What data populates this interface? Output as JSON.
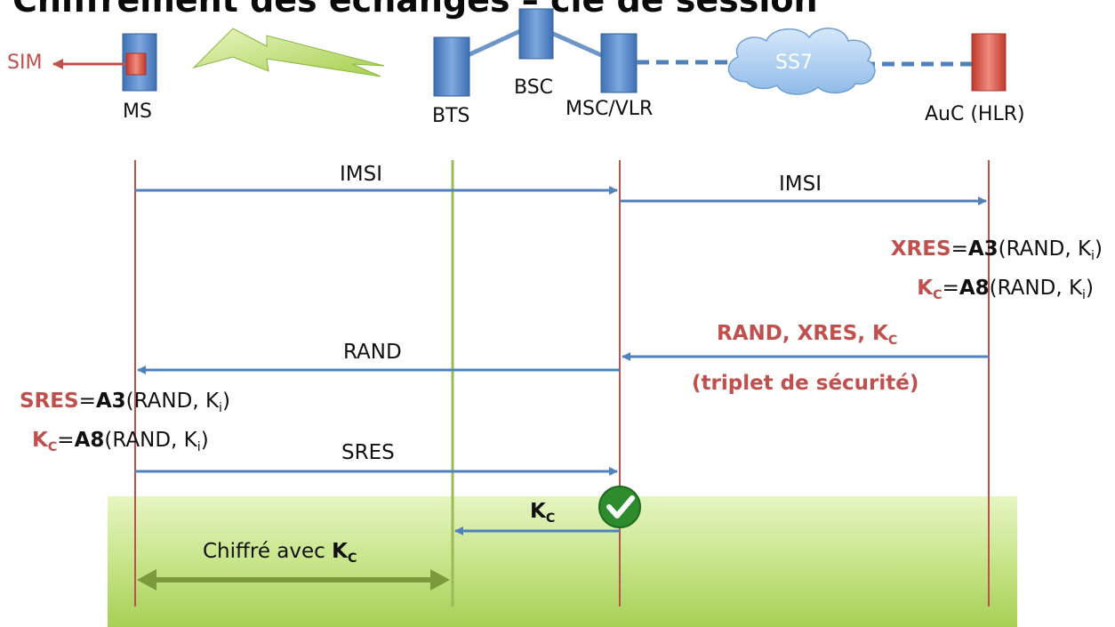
{
  "title": "Chiffrement des échanges – clé de session",
  "entities": {
    "sim": "SIM",
    "ms": "MS",
    "bts": "BTS",
    "bsc": "BSC",
    "msc": "MSC/VLR",
    "ss7": "SS7",
    "auc": "AuC (HLR)"
  },
  "messages": {
    "imsi_1": "IMSI",
    "imsi_2": "IMSI",
    "rand": "RAND",
    "sres": "SRES",
    "kc_main": "K",
    "kc_sub": "C",
    "encrypted_prefix": "Chiffré avec ",
    "encrypted_key": "K",
    "encrypted_key_sub": "C"
  },
  "auc_formulas": {
    "xres_var": "XRES",
    "xres_eq": "=",
    "xres_fn": "A3",
    "xres_args": "(RAND, K",
    "xres_sub": "i",
    "xres_close": ")",
    "kc_var": "K",
    "kc_var_sub": "C",
    "kc_eq": "=",
    "kc_fn": "A8",
    "kc_args": "(RAND, K",
    "kc_sub": "i",
    "kc_close": ")"
  },
  "triplet": {
    "line1": "RAND, XRES, K",
    "line1_sub": "C",
    "line2": "(triplet de sécurité)"
  },
  "ms_formulas": {
    "sres_var": "SRES",
    "sres_eq": "=",
    "sres_fn": "A3",
    "sres_args": "(RAND, K",
    "sres_sub": "i",
    "sres_close": ")",
    "kc_var": "K",
    "kc_var_sub": "C",
    "kc_eq": "=",
    "kc_fn": "A8",
    "kc_args": "(RAND, K",
    "kc_sub": "i",
    "kc_close": ")"
  },
  "colors": {
    "arrow_blue": "#4f81bd",
    "lifeline_red": "#c0504d",
    "lifeline_green": "#9bbb59",
    "accent_red": "#c0504d",
    "zone_green": "#b9dc67",
    "check_green": "#2e8b2e"
  }
}
